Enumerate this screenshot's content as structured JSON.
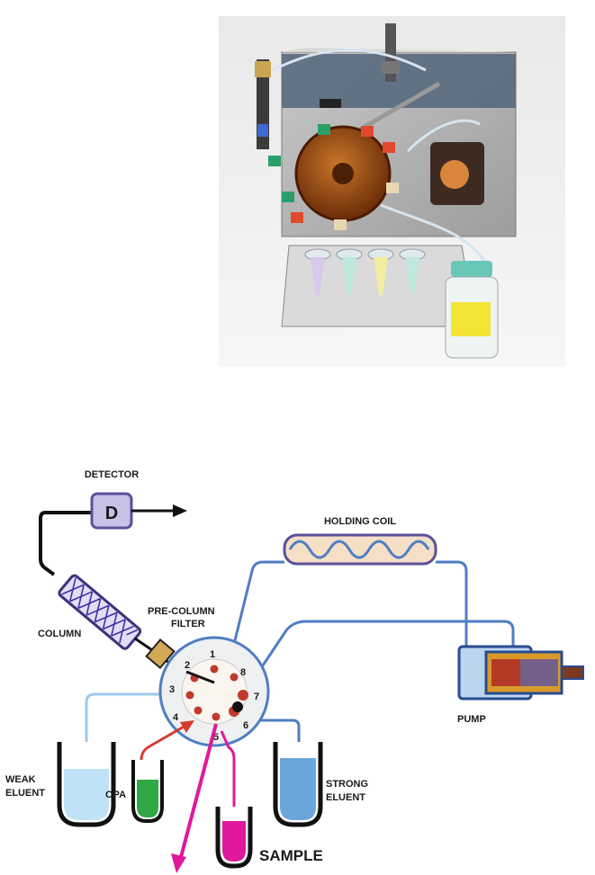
{
  "diagram": {
    "detector": {
      "label": "DETECTOR",
      "symbol": "D"
    },
    "column_label": "COLUMN",
    "filter_label": [
      "PRE-COLUMN",
      "FILTER"
    ],
    "holding_coil_label": "HOLDING COIL",
    "pump_label": "PUMP",
    "valve_ports": [
      "1",
      "2",
      "3",
      "4",
      "5",
      "6",
      "7",
      "8"
    ],
    "weak_eluent_label": [
      "WEAK",
      "ELUENT"
    ],
    "opa_label": "OPA",
    "strong_eluent_label": [
      "STRONG",
      "ELUENT"
    ],
    "sample_label": "SAMPLE"
  },
  "colors": {
    "tubing_blue": "#4f7ec4",
    "light_blue_tube": "#9ec8ea",
    "opa_red": "#d83a2e",
    "sample_magenta": "#e0189b",
    "opa_green": "#2fa845",
    "detector_fill": "#c9c1e6",
    "coil_fill": "#f5dfc6",
    "filter_fill": "#d4a955",
    "valve_fill": "#eef0f1",
    "port_dot": "#c0392b"
  }
}
